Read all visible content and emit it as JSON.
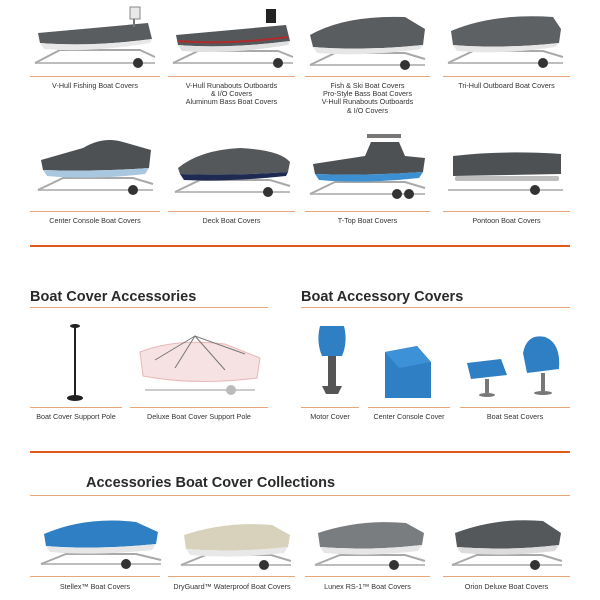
{
  "boat_types": [
    {
      "label": "V-Hull Fishing Boat Covers"
    },
    {
      "label": "V-Hull Runabouts Outboards\n& I/O Covers\nAluminum Bass Boat Covers"
    },
    {
      "label": "Fish & Ski Boat Covers\nPro-Style Bass Boat Covers\nV-Hull Runabouts Outboards\n& I/O Covers"
    },
    {
      "label": "Tri-Hull Outboard Boat Covers"
    },
    {
      "label": "Center Console Boat Covers"
    },
    {
      "label": "Deck Boat Covers"
    },
    {
      "label": "T-Top Boat Covers"
    },
    {
      "label": "Pontoon Boat Covers"
    }
  ],
  "accessories": {
    "title": "Boat Cover Accessories",
    "items": [
      {
        "label": "Boat Cover Support Pole"
      },
      {
        "label": "Deluxe Boat Cover Support Pole"
      }
    ]
  },
  "accessory_covers": {
    "title": "Boat Accessory Covers",
    "items": [
      {
        "label": "Motor Cover"
      },
      {
        "label": "Center Console Cover"
      },
      {
        "label": "Boat Seat Covers"
      }
    ]
  },
  "collections": {
    "title": "Accessories Boat Cover Collections",
    "items": [
      {
        "label": "Stellex™ Boat Covers"
      },
      {
        "label": "DryGuard™ Waterproof Boat Covers"
      },
      {
        "label": "Lunex RS-1™ Boat Covers"
      },
      {
        "label": "Orion Deluxe Boat Covers"
      }
    ]
  },
  "colors": {
    "accent": "#e05a1e",
    "cover_gray": "#5a5d60",
    "cover_blue": "#2f7fc4",
    "cover_tan": "#d8d2bc"
  }
}
